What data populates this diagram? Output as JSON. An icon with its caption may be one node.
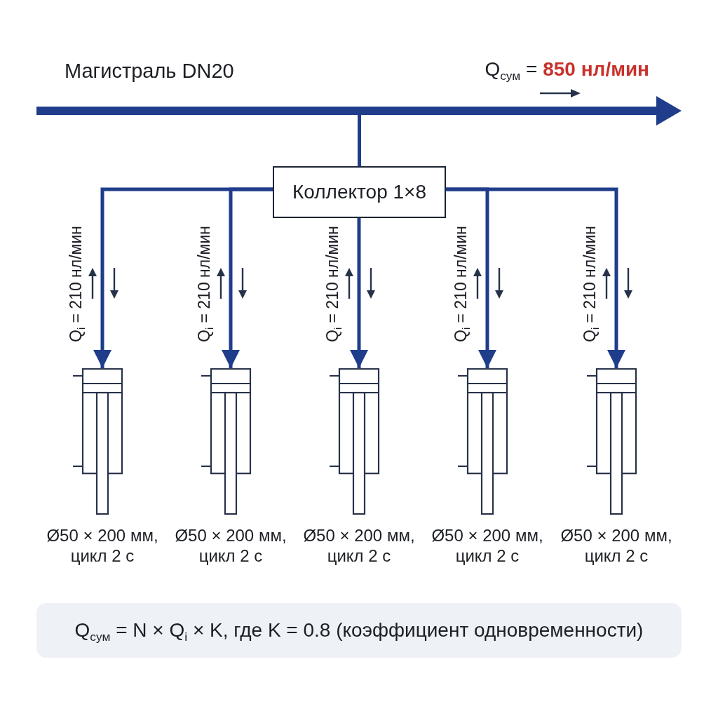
{
  "diagram": {
    "nodes": [
      {
        "text": [],
        "shape": "bar",
        "beside": [
          "Магистраль DN20",
          "Q$_{сум}$ = **850 нл/мин**"
        ]
      },
      {
        "text": [
          "Коллектор 1×8"
        ]
      },
      {
        "text": [],
        "shape": "cylinder",
        "beside": [
          "Ø50 × 200 мм, цикл 2 с"
        ]
      },
      {
        "text": [],
        "shape": "cylinder",
        "beside": [
          "Ø50 × 200 мм, цикл 2 с"
        ]
      },
      {
        "text": [],
        "shape": "cylinder",
        "beside": [
          "Ø50 × 200 мм, цикл 2 с"
        ]
      },
      {
        "text": [],
        "shape": "cylinder",
        "beside": [
          "Ø50 × 200 мм, цикл 2 с"
        ]
      },
      {
        "text": [],
        "shape": "cylinder",
        "beside": [
          "Ø50 × 200 мм, цикл 2 с"
        ]
      },
      {
        "text": [
          "Q$_{сум}$ = N × Q$_{i}$ × K, где K = 0.8 (коэффициент одновременности)"
        ]
      }
    ],
    "edges": [
      {
        "from": 0,
        "to": 1,
        "arrow": "none"
      },
      {
        "from": 1,
        "to": 2,
        "arrow": "to",
        "label": "Q$_{i}$ = 210 нл/мин"
      },
      {
        "from": 1,
        "to": 3,
        "arrow": "to",
        "label": "Q$_{i}$ = 210 нл/мин"
      },
      {
        "from": 1,
        "to": 4,
        "arrow": "to",
        "label": "Q$_{i}$ = 210 нл/мин"
      },
      {
        "from": 1,
        "to": 5,
        "arrow": "to",
        "label": "Q$_{i}$ = 210 нл/мин"
      },
      {
        "from": 1,
        "to": 6,
        "arrow": "to",
        "label": "Q$_{i}$ = 210 нл/мин"
      }
    ]
  }
}
